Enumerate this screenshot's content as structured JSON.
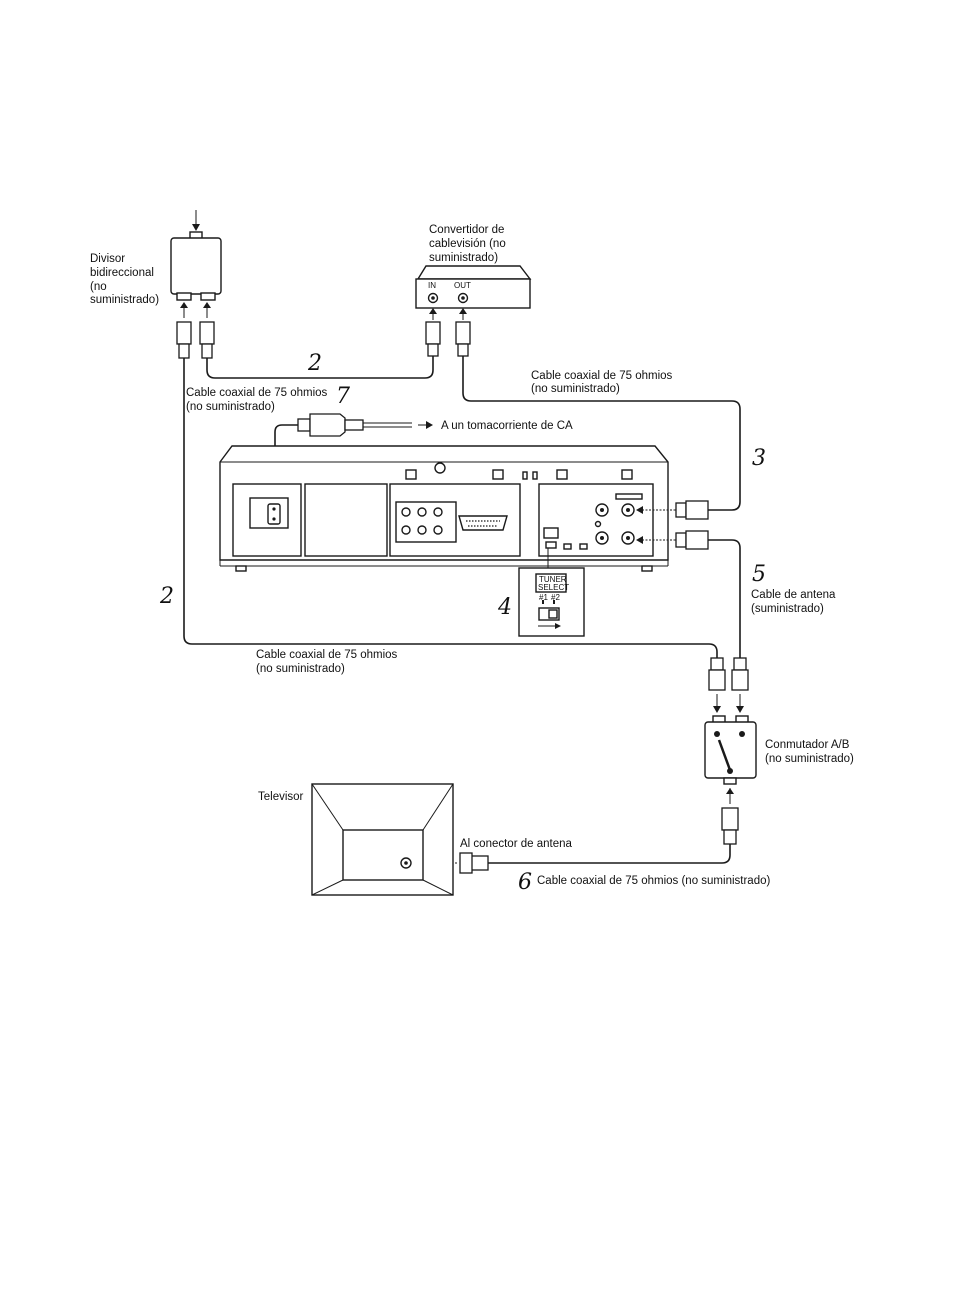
{
  "labels": {
    "splitter": [
      "Divisor",
      "bidireccional",
      "(no",
      "suministrado)"
    ],
    "converter": [
      "Convertidor de",
      "cablevisión (no",
      "suministrado)"
    ],
    "converter_in": "IN",
    "converter_out": "OUT",
    "cable_top_right": [
      "Cable coaxial de 75 ohmios",
      "(no suministrado)"
    ],
    "cable_left": [
      "Cable coaxial de 75 ohmios",
      "(no suministrado)"
    ],
    "ac_outlet": "A un tomacorriente de CA",
    "antenna_cable": [
      "Cable de antena",
      "(suministrado)"
    ],
    "cable_bottom": [
      "Cable coaxial de 75 ohmios",
      "(no suministrado)"
    ],
    "ab_switch": [
      "Conmutador A/B",
      "(no suministrado)"
    ],
    "tv": "Televisor",
    "antenna_connector": "Al conector de antena",
    "cable_tv": "Cable coaxial de 75 ohmios (no suministrado)",
    "tuner_select": [
      "TUNER",
      "SELECT"
    ],
    "tuner_positions": [
      "#1",
      "#2"
    ]
  },
  "steps": {
    "s2a": "2",
    "s2b": "2",
    "s3": "3",
    "s4": "4",
    "s5": "5",
    "s6": "6",
    "s7": "7"
  }
}
